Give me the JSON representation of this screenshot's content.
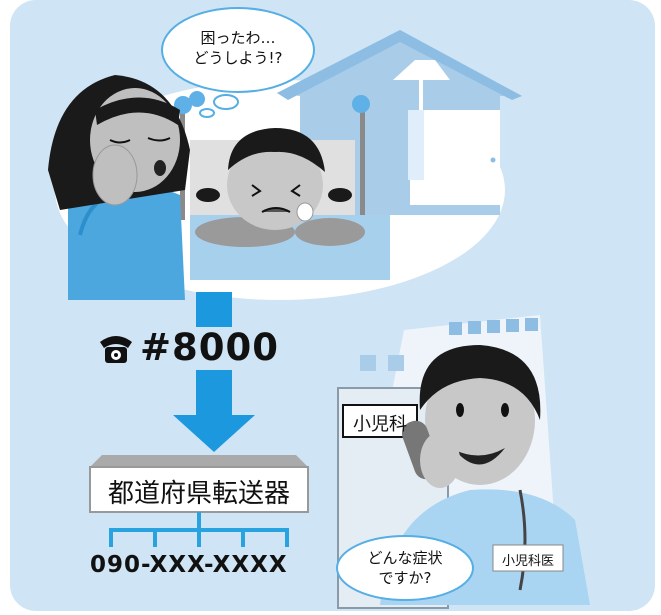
{
  "scene": {
    "mother_thought": "困ったわ…\nどうしよう!?",
    "phone_number": "#8000",
    "router_label": "都道府県転送器",
    "destination_number": "090-XXX-XXXX",
    "clinic_sign": "小児科",
    "doctor_question": "どんな症状\nですか?",
    "doctor_badge": "小児科医"
  },
  "colors": {
    "panel_background": "#cfe4f4",
    "arrow": "#1c98de",
    "router_connector": "#29a3e0"
  },
  "icons": [
    "telephone-icon"
  ]
}
